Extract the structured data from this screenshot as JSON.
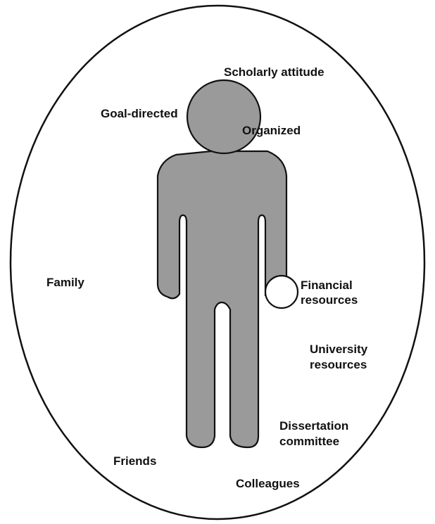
{
  "diagram": {
    "colors": {
      "background": "#ffffff",
      "figure_fill": "#9a9a9a",
      "outline": "#111111",
      "text": "#111111",
      "hand_circle_fill": "#ffffff"
    },
    "labels": {
      "scholarly_attitude": "Scholarly attitude",
      "goal_directed": "Goal-directed",
      "organized": "Organized",
      "family": "Family",
      "financial_resources_line1": "Financial",
      "financial_resources_line2": "resources",
      "university_resources_line1": "University",
      "university_resources_line2": "resources",
      "dissertation_committee_line1": "Dissertation",
      "dissertation_committee_line2": "committee",
      "friends": "Friends",
      "colleagues": "Colleagues"
    }
  }
}
